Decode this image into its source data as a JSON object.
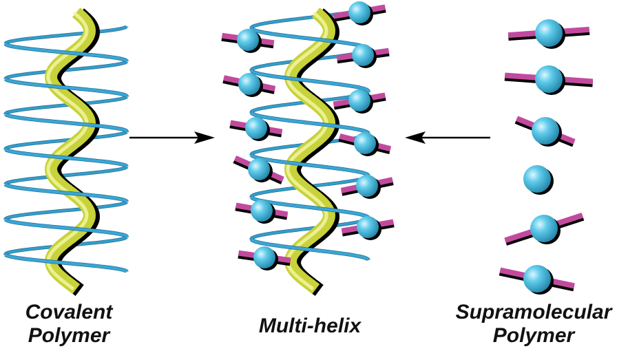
{
  "labels": {
    "covalent": [
      "Covalent",
      "Polymer"
    ],
    "multi_helix": "Multi-helix",
    "supramolecular": [
      "Supramolecular",
      "Polymer"
    ]
  },
  "colors": {
    "backbone_helix": "#c8d23a",
    "backbone_shadow": "#000000",
    "side_helix": "#3aa6d6",
    "sphere": "#4fc3e6",
    "plate": "#c24a9e",
    "arrow": "#000000",
    "text": "#111111"
  },
  "icons": {
    "arrow_left_to_center": "arrow-right-icon",
    "arrow_right_to_center": "arrow-left-icon",
    "monomer": "sphere-with-plate-icon"
  }
}
